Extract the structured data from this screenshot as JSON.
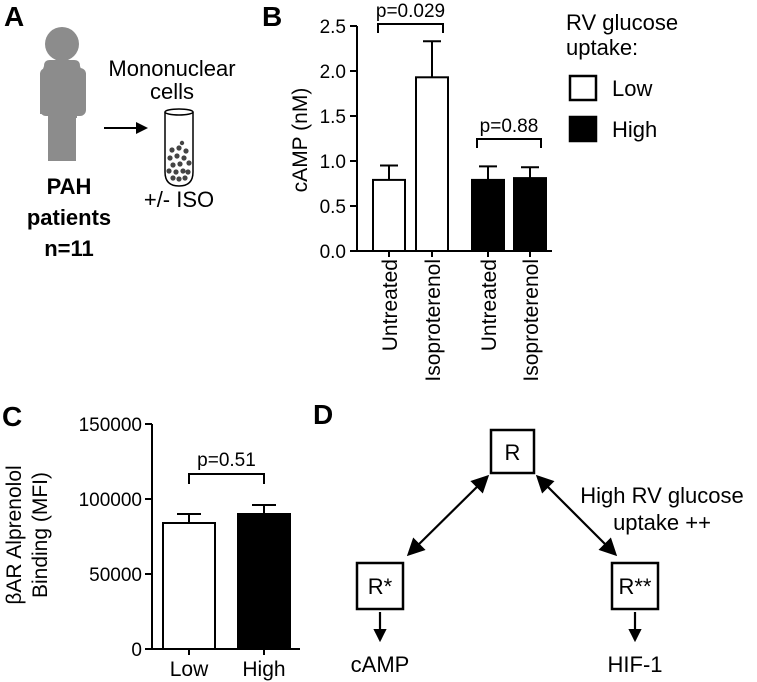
{
  "panel_a": {
    "letter": "A",
    "cells_label_line1": "Mononuclear",
    "cells_label_line2": "cells",
    "treatment": "+/- ISO",
    "patients_line1": "PAH",
    "patients_line2": "patients",
    "patients_line3": "n=11",
    "icon": "person-icon"
  },
  "panel_d": {
    "letter": "D",
    "state_r": "R",
    "state_r_star": "R*",
    "state_r_double_star": "R**",
    "output_left": "cAMP",
    "output_right": "HIF-1",
    "condition_line1": "High RV glucose",
    "condition_line2": "uptake ++"
  },
  "chart_data": [
    {
      "panel": "B",
      "type": "bar",
      "ylabel": "cAMP (nM)",
      "ylim": [
        0,
        2.5
      ],
      "yticks": [
        "0.0",
        "0.5",
        "1.0",
        "1.5",
        "2.0",
        "2.5"
      ],
      "categories": [
        "Untreated",
        "Isoproterenol",
        "Untreated",
        "Isoproterenol"
      ],
      "values": [
        0.79,
        1.93,
        0.79,
        0.81
      ],
      "errors": [
        0.16,
        0.4,
        0.15,
        0.12
      ],
      "groups": [
        "Low",
        "Low",
        "High",
        "High"
      ],
      "group_colors": {
        "Low": "#ffffff",
        "High": "#000000"
      },
      "annotations": [
        "p=0.029",
        "p=0.88"
      ],
      "legend": {
        "title_line1": "RV glucose",
        "title_line2": "uptake:",
        "entries": [
          "Low",
          "High"
        ],
        "placement": "right"
      }
    },
    {
      "panel": "C",
      "type": "bar",
      "ylabel_line1": "βAR Alprenolol",
      "ylabel_line2": "Binding (MFI)",
      "ylim": [
        0,
        150000
      ],
      "yticks": [
        "0",
        "50000",
        "100000",
        "150000"
      ],
      "categories": [
        "Low",
        "High"
      ],
      "values": [
        84000,
        90000
      ],
      "errors": [
        6000,
        6000
      ],
      "colors": [
        "#ffffff",
        "#000000"
      ],
      "annotations": [
        "p=0.51"
      ]
    }
  ]
}
